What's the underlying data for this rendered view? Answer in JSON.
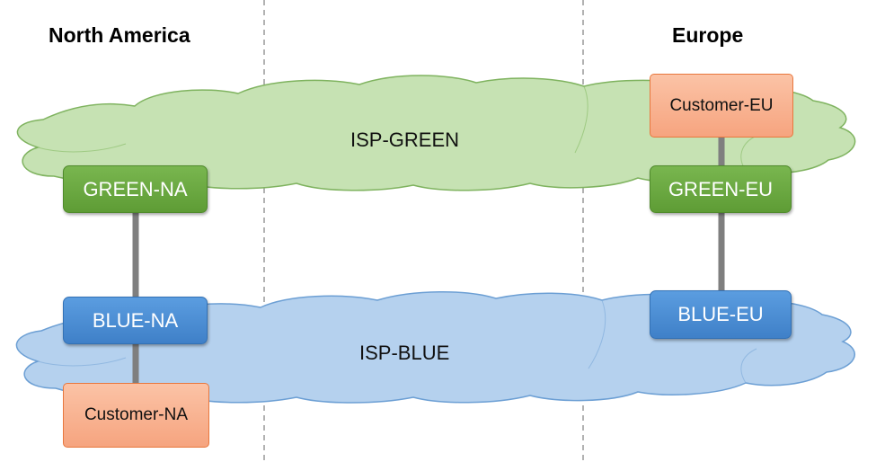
{
  "regions": {
    "north_america": "North America",
    "europe": "Europe"
  },
  "clouds": {
    "isp_green": {
      "label": "ISP-GREEN",
      "fill": "#c6e2b3",
      "stroke": "#7fb35f"
    },
    "isp_blue": {
      "label": "ISP-BLUE",
      "fill": "#b5d1ee",
      "stroke": "#6c9fd4"
    }
  },
  "nodes": {
    "green_na": "GREEN-NA",
    "green_eu": "GREEN-EU",
    "blue_na": "BLUE-NA",
    "blue_eu": "BLUE-EU",
    "customer_na": "Customer-NA",
    "customer_eu": "Customer-EU"
  },
  "colors": {
    "green_node": "#6aa943",
    "blue_node": "#4a8cd6",
    "customer_node": "#f8b08f",
    "customer_border": "#e8773d",
    "link": "#7f7f7f",
    "divider": "#999999"
  }
}
